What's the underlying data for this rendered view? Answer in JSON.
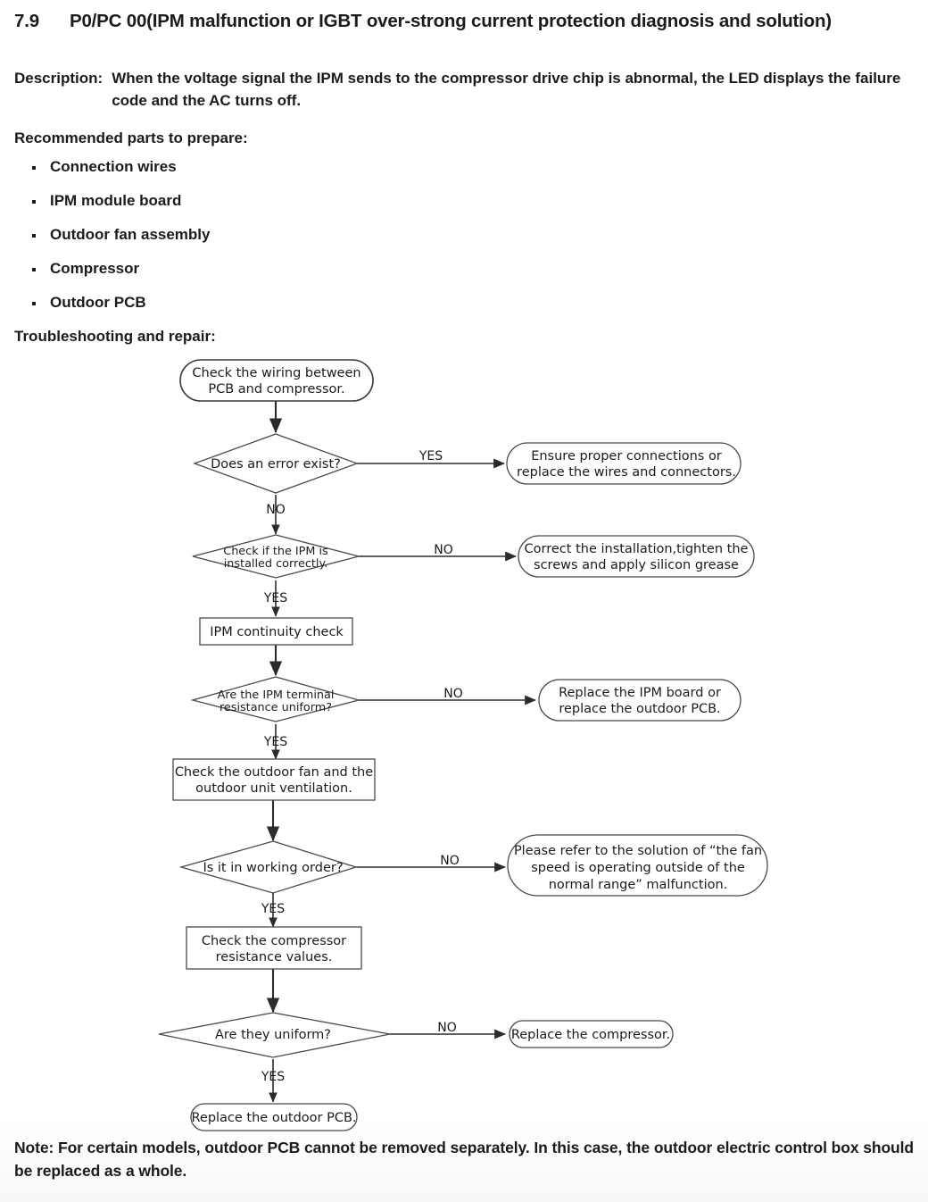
{
  "section": {
    "number": "7.9",
    "title": "P0/PC 00(IPM malfunction or IGBT over-strong current protection diagnosis and solution)"
  },
  "description": {
    "label": "Description:",
    "text": "When the voltage signal the IPM sends to the compressor drive chip is abnormal, the LED displays the failure code and the AC turns off."
  },
  "parts_heading": "Recommended parts to prepare:",
  "parts": [
    "Connection wires",
    "IPM module board",
    "Outdoor fan assembly",
    "Compressor",
    "Outdoor PCB"
  ],
  "troubleshooting_heading": "Troubleshooting and repair:",
  "flowchart": {
    "nodes": {
      "start": {
        "shape": "stadium",
        "line1": "Check the wiring between",
        "line2": "PCB and compressor."
      },
      "d1": {
        "shape": "diamond",
        "line1": "Does an error exist?"
      },
      "a1": {
        "shape": "stadium",
        "line1": "Ensure proper connections or",
        "line2": "replace the wires and connectors."
      },
      "d2": {
        "shape": "diamond",
        "line1": "Check if the IPM is",
        "line2": "installed correctly."
      },
      "a2": {
        "shape": "stadium",
        "line1": "Correct the installation,tighten the",
        "line2": "screws and apply silicon grease"
      },
      "p1": {
        "shape": "rect",
        "line1": "IPM continuity check"
      },
      "d3": {
        "shape": "diamond",
        "line1": "Are the IPM terminal",
        "line2": "resistance uniform?"
      },
      "a3": {
        "shape": "stadium",
        "line1": "Replace the IPM board or",
        "line2": "replace the outdoor PCB."
      },
      "p2": {
        "shape": "rect",
        "line1": "Check the outdoor fan and the",
        "line2": "outdoor unit ventilation."
      },
      "d4": {
        "shape": "diamond",
        "line1": "Is it in working order?"
      },
      "a4": {
        "shape": "stadium",
        "line1": "Please refer to the solution of “the fan",
        "line2": "speed is operating outside of the",
        "line3": "normal range” malfunction."
      },
      "p3": {
        "shape": "rect",
        "line1": "Check the compressor",
        "line2": "resistance values."
      },
      "d5": {
        "shape": "diamond",
        "line1": "Are they uniform?"
      },
      "a5": {
        "shape": "stadium",
        "line1": "Replace the compressor."
      },
      "end": {
        "shape": "stadium",
        "line1": "Replace the outdoor PCB."
      }
    },
    "edge_labels": {
      "e1_yes": "YES",
      "e1_no": "NO",
      "e2_no": "NO",
      "e2_yes": "YES",
      "e3_no": "NO",
      "e3_yes": "YES",
      "e4_no": "NO",
      "e4_yes": "YES",
      "e5_no": "NO",
      "e5_yes": "YES"
    }
  },
  "note": "Note: For certain models, outdoor PCB cannot be removed separately. In this case, the outdoor electric control box should be replaced as a whole."
}
